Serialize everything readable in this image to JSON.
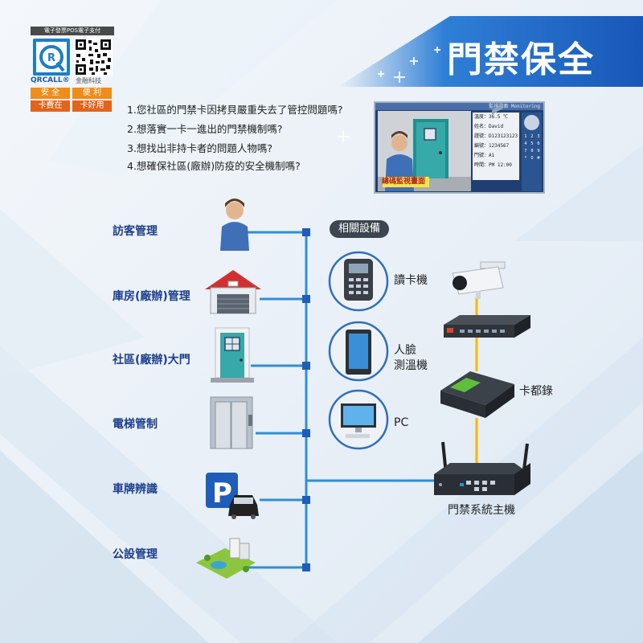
{
  "title": "門禁保全",
  "logo": {
    "header": "電子發票POS電子支付",
    "brand": "QRCALL®",
    "brand_sub": "金融科技",
    "tags": [
      "安 全",
      "便 利",
      "卡費在",
      "卡好用"
    ]
  },
  "questions": [
    "1.您社區的門禁卡因拷貝嚴重失去了管控問題嗎?",
    "2.想落實一卡一進出的門禁機制嗎?",
    "3.想找出非持卡者的問題人物嗎?",
    "4.想確保社區(廠辦)防疫的安全機制嗎?"
  ],
  "monitor": {
    "title_bar": "監視畫面 Monitoring",
    "caption": "總碼監視畫面",
    "fields": [
      "溫度：36.5 ℃",
      "姓名：David",
      "證號：D123123123",
      "編號：1234567",
      "門號：A1",
      "時間：PM 12:00"
    ],
    "keypad": [
      "1",
      "2",
      "3",
      "4",
      "5",
      "6",
      "7",
      "8",
      "9",
      "*",
      "0",
      "#"
    ]
  },
  "categories": [
    "訪客管理",
    "庫房(廠辦)管理",
    "社區(廠辦)大門",
    "電梯管制",
    "車牌辨識",
    "公設管理"
  ],
  "equipment_header": "相關設備",
  "equipment": {
    "reader": "讀卡機",
    "face_line1": "人臉",
    "face_line2": "測溫機",
    "pc": "PC",
    "cardrecorder": "卡都錄",
    "host": "門禁系統主機"
  },
  "colors": {
    "title_blue": "#1f63c4",
    "line_blue": "#2f8fd6",
    "node_blue": "#1f5db8",
    "tag_orange": "#f08c1a",
    "category_text": "#1b3d8c",
    "wire_yellow": "#f5b800"
  }
}
